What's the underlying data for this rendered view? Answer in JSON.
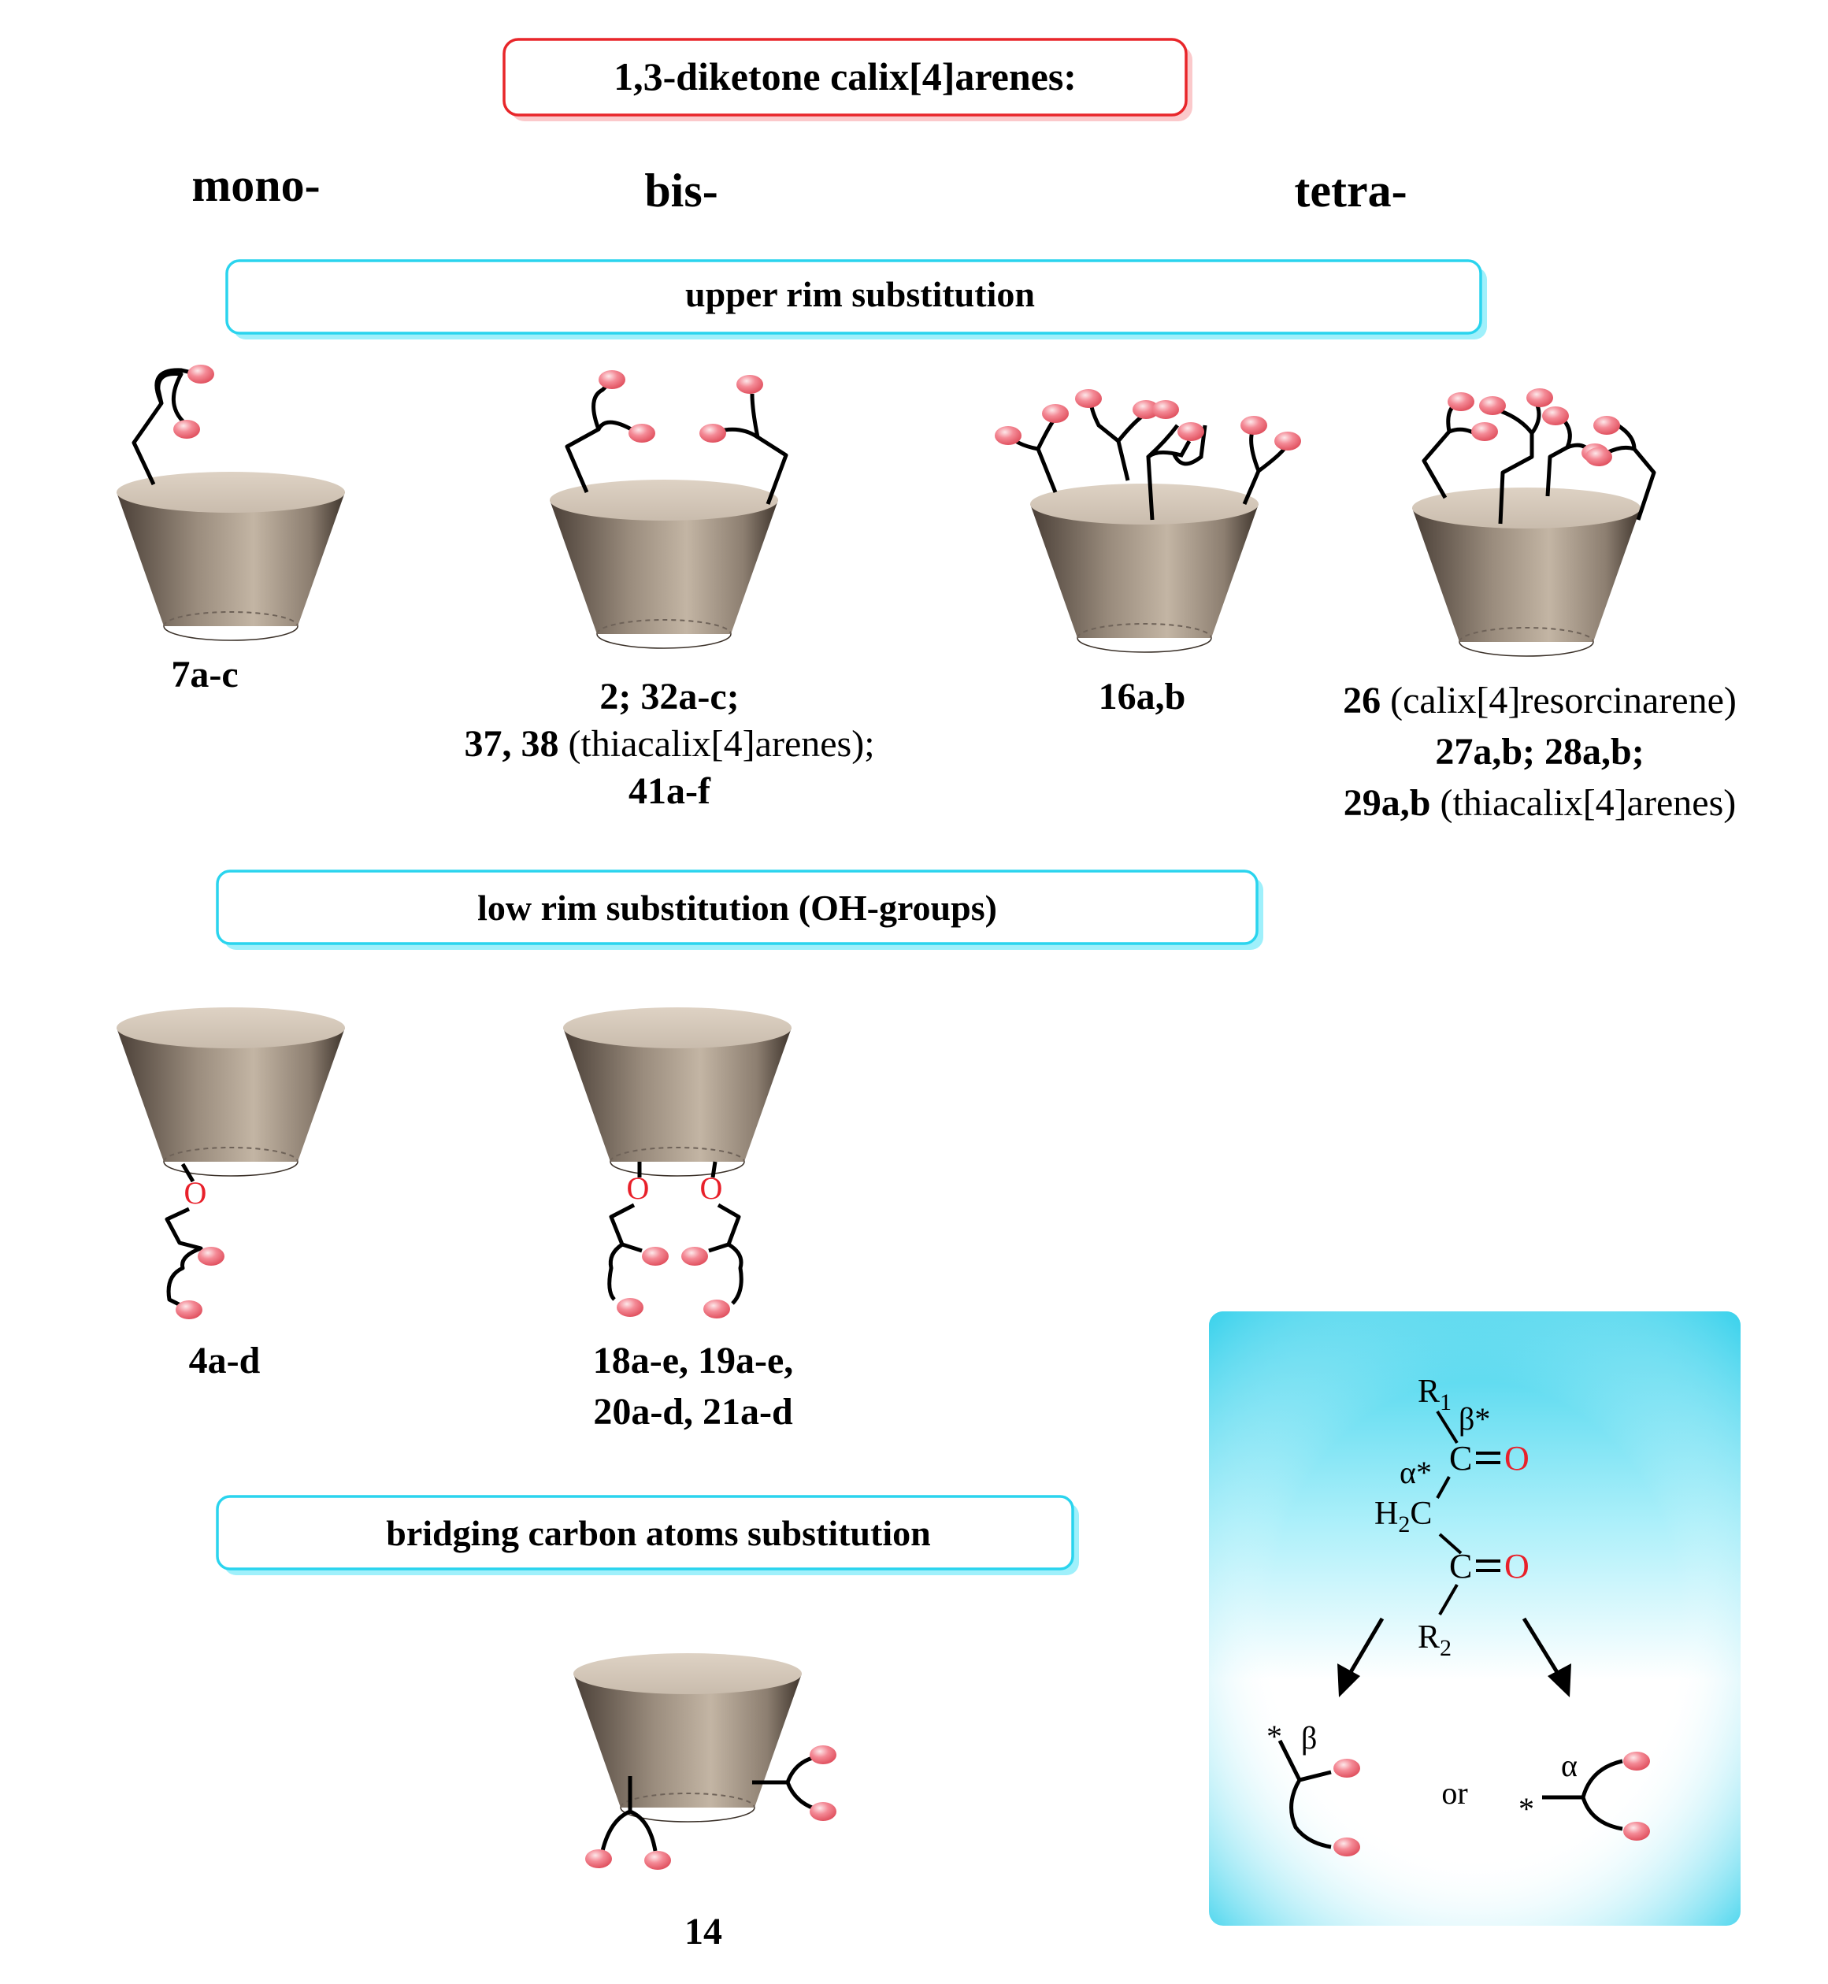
{
  "title": "1,3-diketone calix[4]arenes:",
  "column_headers": [
    "mono-",
    "bis-",
    "tetra-"
  ],
  "sections": {
    "upper": "upper rim substitution",
    "lower": "low rim substitution (OH-groups)",
    "bridge": "bridging carbon atoms substitution"
  },
  "labels": {
    "mono_upper": "7a-c",
    "bis_upper": {
      "line1": "2; 32a-c;",
      "line2_bold": "37, 38",
      "line2_rest": " (thiacalix[4]arenes);",
      "line3": "41a-f"
    },
    "tetra_upper_a": "16a,b",
    "tetra_upper_b": {
      "line1_bold": "26",
      "line1_rest": " (calix[4]resorcinarene)",
      "line2": "27a,b; 28a,b;",
      "line3_bold": "29a,b",
      "line3_rest": " (thiacalix[4]arenes)"
    },
    "mono_lower": "4a-d",
    "bis_lower": {
      "line1": "18a-e, 19a-e,",
      "line2": "20a-d, 21a-d"
    },
    "bridge": "14"
  },
  "oxygen_label": "O",
  "scheme": {
    "R1": "R",
    "R1_sub": "1",
    "R2": "R",
    "R2_sub": "2",
    "H2C_H": "H",
    "H2C_sub": "2",
    "H2C_C": "C",
    "carbon": "C",
    "double_bond": "=",
    "oxygen": "O",
    "alpha": "α",
    "beta": "β",
    "star": "*",
    "alpha_star": "α*",
    "beta_star": "β*",
    "or": "or"
  },
  "colors": {
    "title_border": "#e8262a",
    "section_border": "#2ad4ee",
    "ball": "#f07080",
    "oxygen": "#e8202a",
    "cup": "#8f8274",
    "panel_gradient_start": "#3cd2ec",
    "panel_gradient_end": "#ffffff"
  }
}
